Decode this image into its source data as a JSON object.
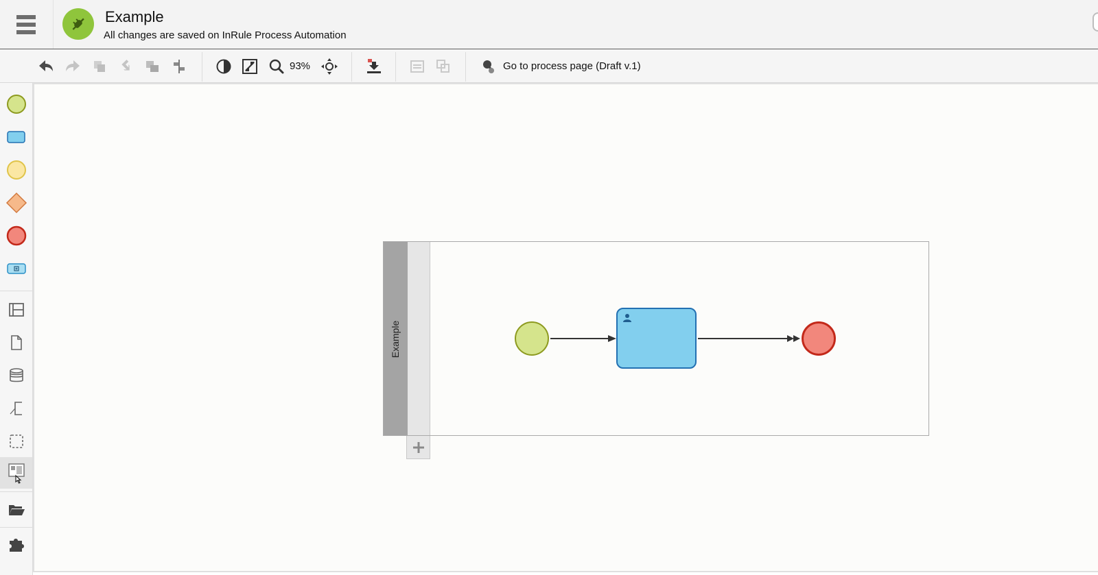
{
  "header": {
    "title": "Example",
    "save_status": "All changes are saved on InRule Process Automation",
    "menu_icon": "hamburger-menu-icon",
    "logo_icon": "inrule-plug-logo",
    "brand_color": "#8fc53c"
  },
  "toolbar": {
    "items": [
      "undo-icon",
      "redo-icon",
      "copy-icon",
      "paste-icon",
      "duplicate-icon",
      "align-icon",
      "contrast-icon",
      "fit-to-screen-icon",
      "zoom-icon",
      "pan-icon",
      "download-icon",
      "properties-icon",
      "compare-icon",
      "process-page-icon"
    ],
    "zoom_level": "93%",
    "goto_label": "Go to process page (Draft v.1)"
  },
  "palette": {
    "items": [
      "start-event-tool",
      "task-tool",
      "intermediate-event-tool",
      "gateway-tool",
      "end-event-tool",
      "subprocess-tool",
      "pool-tool",
      "data-object-tool",
      "data-store-tool",
      "annotation-tool",
      "group-tool",
      "image-tool",
      "open-folder-tool",
      "plugin-tool"
    ],
    "active_item": "image-tool"
  },
  "diagram": {
    "pool_label": "Example",
    "colors": {
      "start_fill": "#d5e48c",
      "start_stroke": "#8d9a1f",
      "task_fill": "#82cfee",
      "task_stroke": "#2270b2",
      "end_fill": "#f2877c",
      "end_stroke": "#c3291a",
      "pool_header": "#a4a4a4",
      "lane_header": "#e6e6e6"
    }
  }
}
